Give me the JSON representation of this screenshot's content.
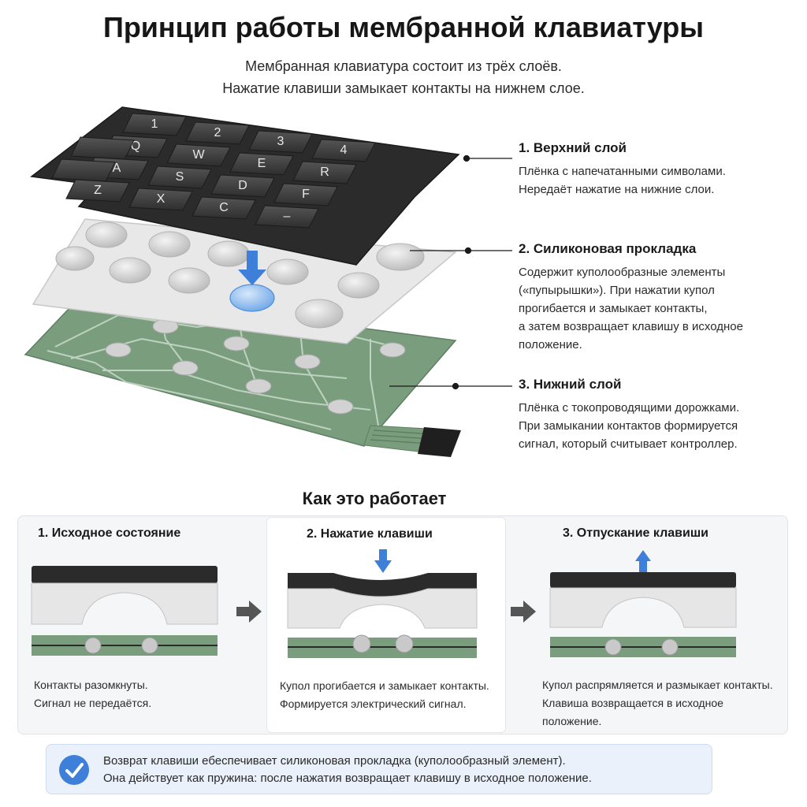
{
  "header": {
    "title": "Принцип работы мембранной клавиатуры",
    "subtitle_line1": "Мембранная клавиатура состоит из трёх слоёв.",
    "subtitle_line2": "Нажатие клавиши замыкает контакты на нижнем слое."
  },
  "keypad": {
    "keys_row1": [
      "1",
      "2",
      "3",
      "4"
    ],
    "keys_row2": [
      "Q",
      "W",
      "E",
      "R"
    ],
    "keys_row3": [
      "A",
      "S",
      "D",
      "F"
    ],
    "keys_row4": [
      "Z",
      "X",
      "C",
      "–"
    ],
    "top_color": "#3a3a3a",
    "silicone_color": "#e8e8e8",
    "board_color": "#7a9d7e",
    "accent_color": "#3d7fd9"
  },
  "layers": [
    {
      "heading": "1. Верхний слой",
      "lines": [
        "Плёнка с напечатанными символами.",
        "Нередаёт нажатие на нижние слои."
      ]
    },
    {
      "heading": "2. Силиконовая прокладка",
      "lines": [
        "Содержит куполообразные элементы",
        "(«пупырышки»). При нажатии купол",
        "прогибается и замыкает контакты,",
        "а затем возвращает клавишу в исходное",
        "положение."
      ]
    },
    {
      "heading": "3. Нижний слой",
      "lines": [
        "Плёнка с токопроводящими дорожками.",
        "При замыкании контактов формируется",
        "сигнал, который считывает контроллер."
      ]
    }
  ],
  "how_it_works": {
    "title": "Как это работает",
    "steps": [
      {
        "heading": "1. Исходное состояние",
        "lines": [
          "Контакты разомкнуты.",
          "Сигнал не передаётся."
        ]
      },
      {
        "heading": "2. Нажатие клавиши",
        "lines": [
          "Купол прогибается и замыкает контакты.",
          "Формируется электрический сигнал."
        ]
      },
      {
        "heading": "3. Отпускание клавиши",
        "lines": [
          "Купол распрямляется и размыкает контакты.",
          "Клавиша возвращается в исходное",
          "положение."
        ]
      }
    ]
  },
  "note": {
    "icon": "check-icon",
    "line1": "Возврат клавиши ебеспечивает силиконовая прокладка (куполообразный элемент).",
    "line2": "Она действует как пружина: после нажатия возвращает клавишу в исходное положение."
  }
}
